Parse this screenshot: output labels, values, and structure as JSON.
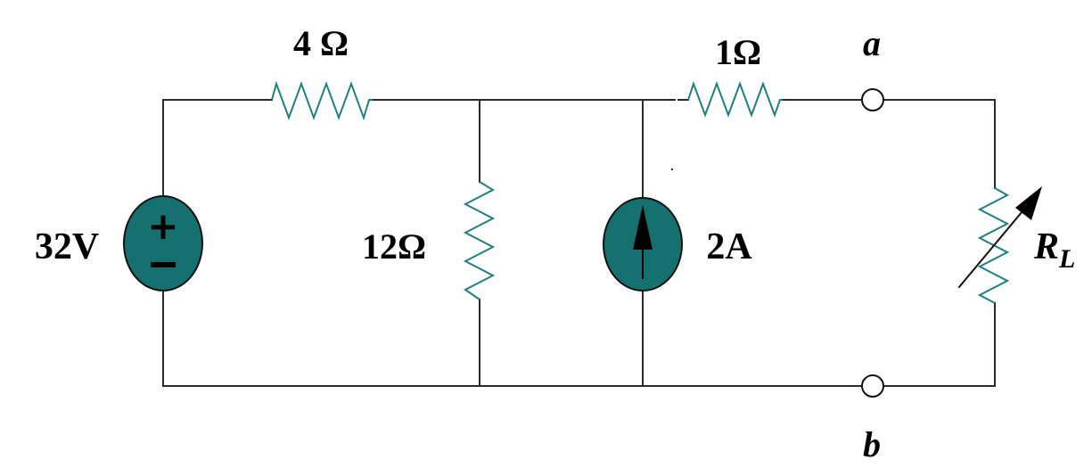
{
  "diagram": {
    "type": "electrical-circuit",
    "colors": {
      "wire": "#2a2a2a",
      "resistor": "#1f8080",
      "source_fill": "#157070",
      "terminal_fill": "#ffffff",
      "background": "#fefefe"
    },
    "components": {
      "voltage_source": {
        "label": "32V",
        "symbol_plus": "+",
        "symbol_minus": "−"
      },
      "r_series_left": {
        "label": "4 Ω"
      },
      "r_shunt": {
        "label": "12Ω"
      },
      "current_source": {
        "label": "2A",
        "direction": "up"
      },
      "r_series_right": {
        "label": "1Ω"
      },
      "load": {
        "label_main": "R",
        "label_sub": "L",
        "variable": true
      }
    },
    "terminals": {
      "a": {
        "label": "a"
      },
      "b": {
        "label": "b"
      }
    }
  }
}
